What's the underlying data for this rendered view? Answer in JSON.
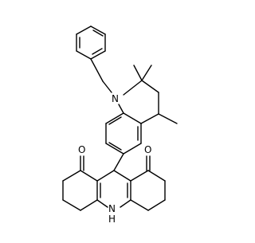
{
  "molecule": {
    "atom_labels": {
      "nitrogen_amine": "N",
      "nitrogen_nh": "N",
      "hydrogen_nh": "H",
      "oxygen_left": "O",
      "oxygen_right": "O"
    },
    "colors": {
      "bond": "#000000",
      "label": "#000000",
      "background": "#ffffff"
    }
  }
}
